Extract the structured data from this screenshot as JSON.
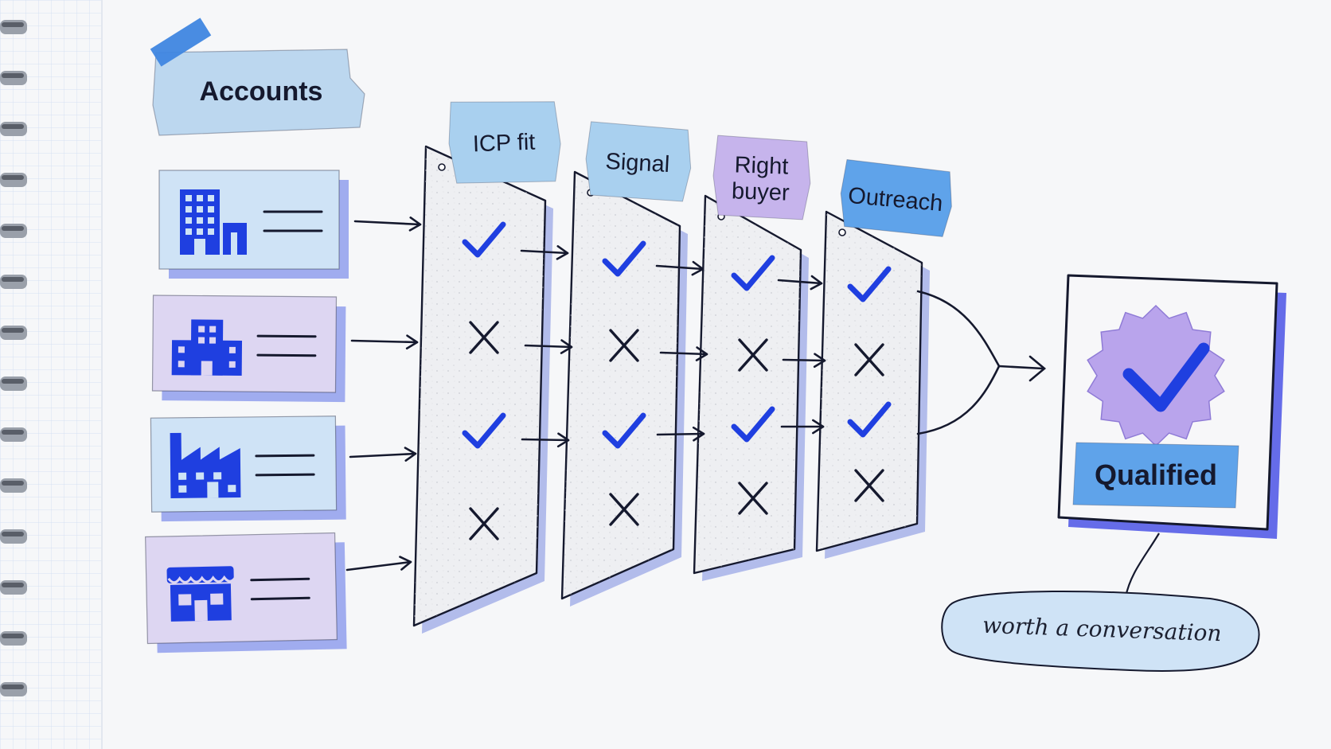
{
  "title": "Accounts",
  "accounts": [
    {
      "icon": "office-building-icon",
      "tone": "blue"
    },
    {
      "icon": "apartment-building-icon",
      "tone": "lavender"
    },
    {
      "icon": "factory-icon",
      "tone": "blue"
    },
    {
      "icon": "storefront-icon",
      "tone": "lavender"
    }
  ],
  "filters": [
    {
      "label_lines": [
        "ICP fit"
      ],
      "tag_color": "#a9d0ef",
      "results": [
        "pass",
        "fail",
        "pass",
        "fail"
      ]
    },
    {
      "label_lines": [
        "Signal"
      ],
      "tag_color": "#a9d0ef",
      "results": [
        "pass",
        "fail",
        "pass",
        "fail"
      ]
    },
    {
      "label_lines": [
        "Right",
        "buyer"
      ],
      "tag_color": "#c6b4ec",
      "results": [
        "pass",
        "fail",
        "pass",
        "fail"
      ]
    },
    {
      "label_lines": [
        "Outreach"
      ],
      "tag_color": "#5fa3ea",
      "results": [
        "pass",
        "fail",
        "pass",
        "fail"
      ]
    }
  ],
  "result": {
    "label": "Qualified",
    "badge_icon": "verified-check-badge-icon"
  },
  "note": "worth a conversation",
  "colors": {
    "accent": "#1f3fe0",
    "card_blue": "#cfe3f6",
    "card_lavender": "#ddd6f2",
    "badge_lavender": "#b9a4ec",
    "tag_blue": "#5fa3ea",
    "ink": "#15192e",
    "grid": "#d5e1f2"
  }
}
